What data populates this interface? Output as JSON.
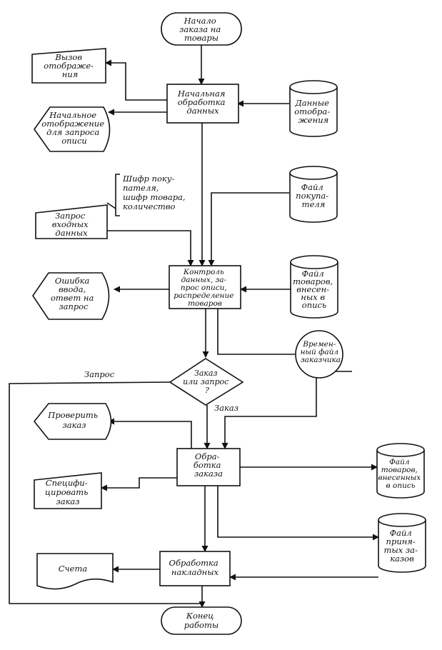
{
  "flowchart": {
    "start": [
      "Начало",
      "заказа на",
      "товары"
    ],
    "call_display": [
      "Вызов",
      "отображе-",
      "ния"
    ],
    "initial_processing": [
      "Начальная",
      "обработка",
      "данных"
    ],
    "display_data": [
      "Данные",
      "отобра-",
      "жения"
    ],
    "initial_display": [
      "Начальное",
      "отображение",
      "для запроса",
      "описи"
    ],
    "buyer_file": [
      "Файл",
      "покупа-",
      "теля"
    ],
    "input_codes": [
      "Шифр поку-",
      "пателя,",
      "шифр товара,",
      "количество"
    ],
    "input_request": [
      "Запрос",
      "входных",
      "данных"
    ],
    "data_control": [
      "Контроль",
      "данных, за-",
      "прос описи,",
      "распределение",
      "товаров"
    ],
    "goods_file": [
      "Файл",
      "товаров,",
      "внесен-",
      "ных в",
      "опись"
    ],
    "input_error": [
      "Ошибка",
      "ввода,",
      "ответ на",
      "запрос"
    ],
    "temp_customer_file": [
      "Времен-",
      "ный файл",
      "заказчика"
    ],
    "decision": [
      "Заказ",
      "или запрос",
      "?"
    ],
    "label_request": "Запрос",
    "label_order": "Заказ",
    "check_order": [
      "Проверить",
      "заказ"
    ],
    "order_processing": [
      "Обра-",
      "ботка",
      "заказа"
    ],
    "goods_file_2": [
      "Файл",
      "товаров,",
      "внесенных",
      "в опись"
    ],
    "specify_order": [
      "Специфи-",
      "цировать",
      "заказ"
    ],
    "accepted_orders_file": [
      "Файл",
      "приня-",
      "тых за-",
      "казов"
    ],
    "invoices": [
      "Счета"
    ],
    "invoice_processing": [
      "Обработка",
      "накладных"
    ],
    "end": [
      "Конец",
      "работы"
    ]
  }
}
